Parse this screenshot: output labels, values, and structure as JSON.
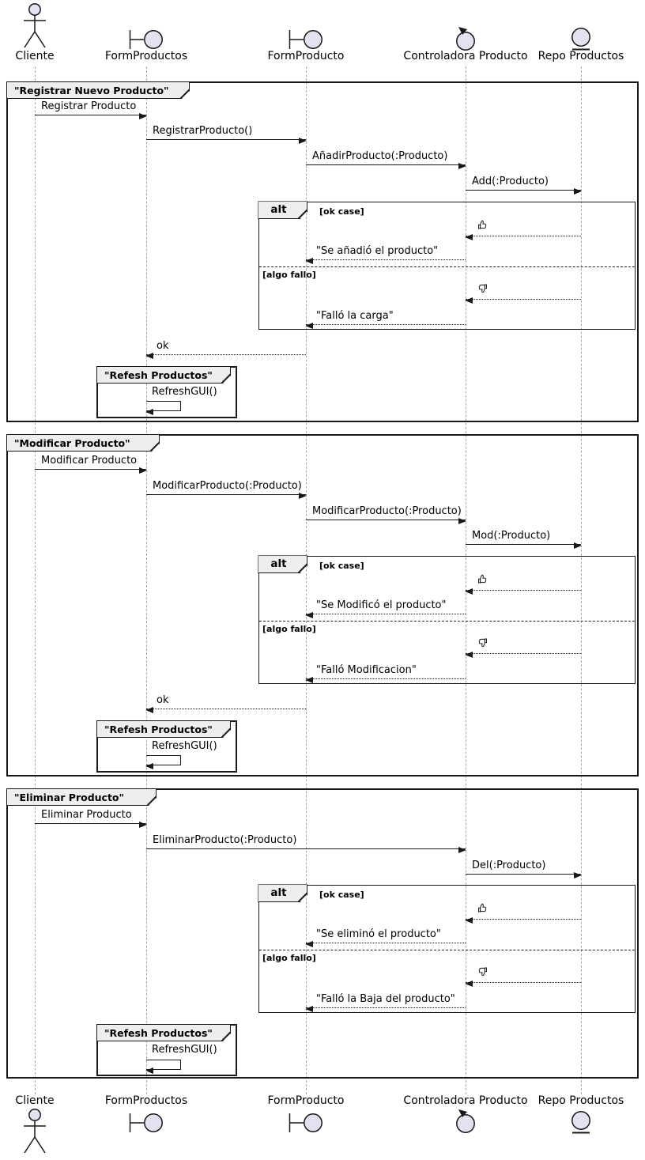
{
  "diagram_type": "uml-sequence",
  "colors": {
    "shape_fill": "#E2E2F0",
    "line": "#181818",
    "frame_header_fill": "#EEEEEE",
    "lifeline": "#A8A8A8",
    "background": "#FFFFFF"
  },
  "participants": [
    {
      "label": "Cliente",
      "type": "actor"
    },
    {
      "label": "FormProductos",
      "type": "boundary"
    },
    {
      "label": "FormProducto",
      "type": "boundary"
    },
    {
      "label": "Controladora Producto",
      "type": "control"
    },
    {
      "label": "Repo Productos",
      "type": "entity"
    }
  ],
  "frames": {
    "registrar": {
      "title": "\"Registrar Nuevo Producto\"",
      "m1": "Registrar Producto",
      "m2": "RegistrarProducto()",
      "m3": "AñadirProducto(:Producto)",
      "m4": "Add(:Producto)",
      "alt": {
        "keyword": "alt",
        "ok_guard": "[ok case]",
        "ok_icon": "thumbs-up",
        "ok_reply": "\"Se añadió el producto\"",
        "fail_guard": "[algo fallo]",
        "fail_icon": "thumbs-down",
        "fail_reply": "\"Falló la carga\""
      },
      "ok_reply": "ok",
      "refresh": {
        "title": "\"Refesh Productos\"",
        "call": "RefreshGUI()"
      }
    },
    "modificar": {
      "title": "\"Modificar Producto\"",
      "m1": "Modificar Producto",
      "m2": "ModificarProducto(:Producto)",
      "m3": "ModificarProducto(:Producto)",
      "m4": "Mod(:Producto)",
      "alt": {
        "keyword": "alt",
        "ok_guard": "[ok case]",
        "ok_icon": "thumbs-up",
        "ok_reply": "\"Se Modificó el producto\"",
        "fail_guard": "[algo fallo]",
        "fail_icon": "thumbs-down",
        "fail_reply": "\"Falló Modificacion\""
      },
      "ok_reply": "ok",
      "refresh": {
        "title": "\"Refesh Productos\"",
        "call": "RefreshGUI()"
      }
    },
    "eliminar": {
      "title": "\"Eliminar Producto\"",
      "m1": "Eliminar Producto",
      "m2": "EliminarProducto(:Producto)",
      "m3": "Del(:Producto)",
      "alt": {
        "keyword": "alt",
        "ok_guard": "[ok case]",
        "ok_icon": "thumbs-up",
        "ok_reply": "\"Se eliminó el producto\"",
        "fail_guard": "[algo fallo]",
        "fail_icon": "thumbs-down",
        "fail_reply": "\"Falló la Baja del producto\""
      },
      "refresh": {
        "title": "\"Refesh Productos\"",
        "call": "RefreshGUI()"
      }
    }
  }
}
